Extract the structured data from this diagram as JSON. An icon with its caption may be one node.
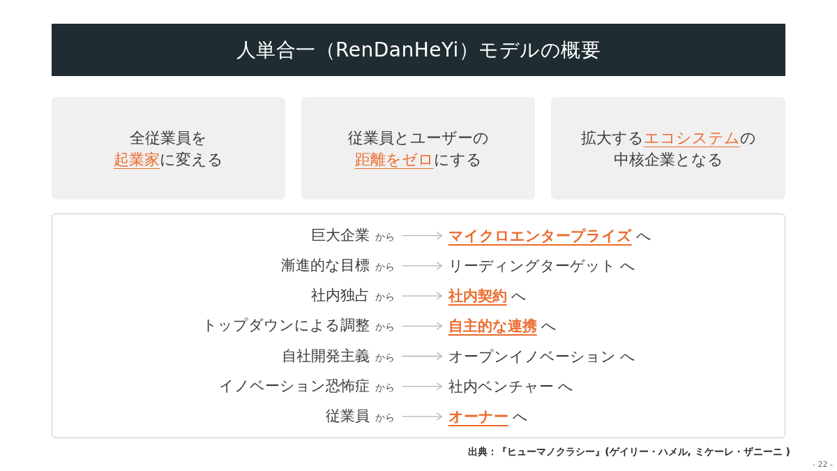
{
  "diagram": {
    "title": "人単合一（RenDanHeYi）モデルの概要",
    "caption": "出典：『ヒューマノクラシー』(ゲイリー・ハメル, ミケーレ・ザニーニ )",
    "nodes": [
      {
        "text": [
          "全従業員を**起業家**に変える"
        ]
      },
      {
        "text": [
          "従業員とユーザーの**距離をゼロ**にする"
        ]
      },
      {
        "text": [
          "拡大する**エコシステム**の中核企業となる"
        ]
      },
      {
        "text": [],
        "shape": "box"
      },
      {
        "text": [
          "巨大企業",
          "から"
        ],
        "in": 3
      },
      {
        "text": [
          "**マイクロエンタープライズ** へ"
        ],
        "in": 3
      },
      {
        "text": [
          "漸進的な目標",
          "から"
        ],
        "in": 3
      },
      {
        "text": [
          "リーディングターゲット へ"
        ],
        "in": 3
      },
      {
        "text": [
          "社内独占",
          "から"
        ],
        "in": 3
      },
      {
        "text": [
          "**社内契約** へ"
        ],
        "in": 3
      },
      {
        "text": [
          "トップダウンによる調整",
          "から"
        ],
        "in": 3
      },
      {
        "text": [
          "**自主的な連携** へ"
        ],
        "in": 3
      },
      {
        "text": [
          "自社開発主義",
          "から"
        ],
        "in": 3
      },
      {
        "text": [
          "オープンイノベーション へ"
        ],
        "in": 3
      },
      {
        "text": [
          "イノベーション恐怖症",
          "から"
        ],
        "in": 3
      },
      {
        "text": [
          "社内ベンチャー へ"
        ],
        "in": 3
      },
      {
        "text": [
          "従業員",
          "から"
        ],
        "in": 3
      },
      {
        "text": [
          "**オーナー** へ"
        ],
        "in": 3
      }
    ],
    "edges": [
      {
        "from": 4,
        "to": 5,
        "arrow": "to"
      },
      {
        "from": 6,
        "to": 7,
        "arrow": "to"
      },
      {
        "from": 8,
        "to": 9,
        "arrow": "to"
      },
      {
        "from": 10,
        "to": 11,
        "arrow": "to"
      },
      {
        "from": 12,
        "to": 13,
        "arrow": "to"
      },
      {
        "from": 14,
        "to": 15,
        "arrow": "to"
      },
      {
        "from": 16,
        "to": 17,
        "arrow": "to"
      }
    ],
    "labels": [
      "- 22 -"
    ]
  }
}
